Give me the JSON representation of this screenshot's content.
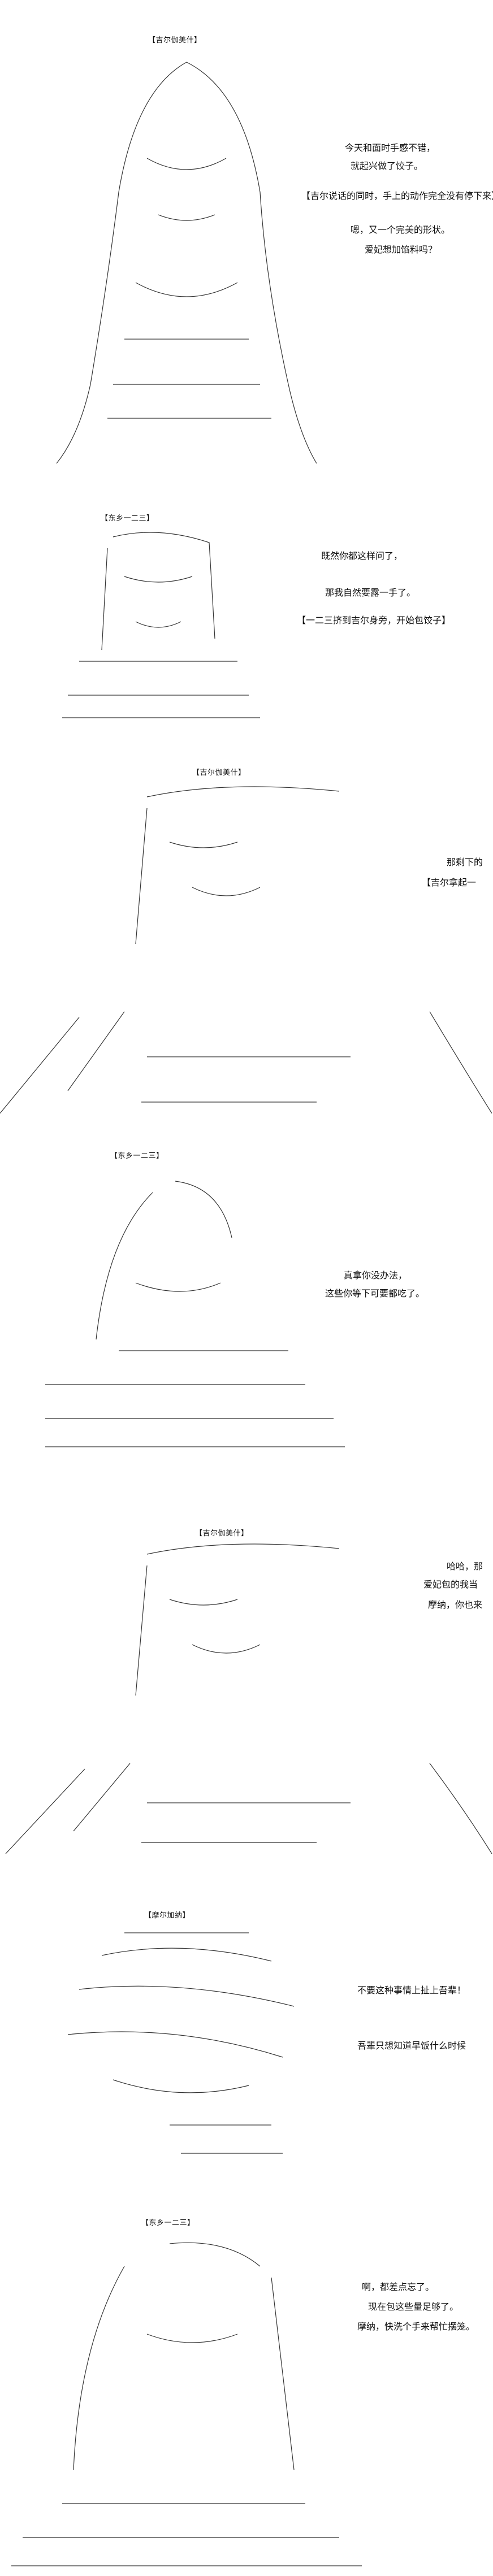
{
  "panels": [
    {
      "speaker": "【吉尔伽美什】",
      "lines": [
        "今天和面时手感不错，",
        "就起兴做了饺子。",
        "【吉尔说话的同时，手上的动作完全没有停下来】",
        "嗯，又一个完美的形状。",
        "爱妃想加馅料吗？"
      ]
    },
    {
      "speaker": "【东乡一二三】",
      "lines": [
        "既然你都这样问了，",
        "那我自然要露一手了。",
        "【一二三挤到吉尔身旁，开始包饺子】"
      ]
    },
    {
      "speaker": "【吉尔伽美什】",
      "lines": [
        "那剩下的",
        "【吉尔拿起一"
      ]
    },
    {
      "speaker": "【东乡一二三】",
      "lines": [
        "真拿你没办法，",
        "这些你等下可要都吃了。"
      ]
    },
    {
      "speaker": "【吉尔伽美什】",
      "lines": [
        "哈哈，那",
        "爱妃包的我当",
        "摩纳，你也来"
      ]
    },
    {
      "speaker": "【摩尔加纳】",
      "lines": [
        "不要这种事情上扯上吾辈！",
        "吾辈只想知道早饭什么时候"
      ]
    },
    {
      "speaker": "【东乡一二三】",
      "lines": [
        "啊，都差点忘了。",
        "现在包这些量足够了。",
        "摩纳，快洗个手来帮忙摆笼。"
      ]
    }
  ]
}
